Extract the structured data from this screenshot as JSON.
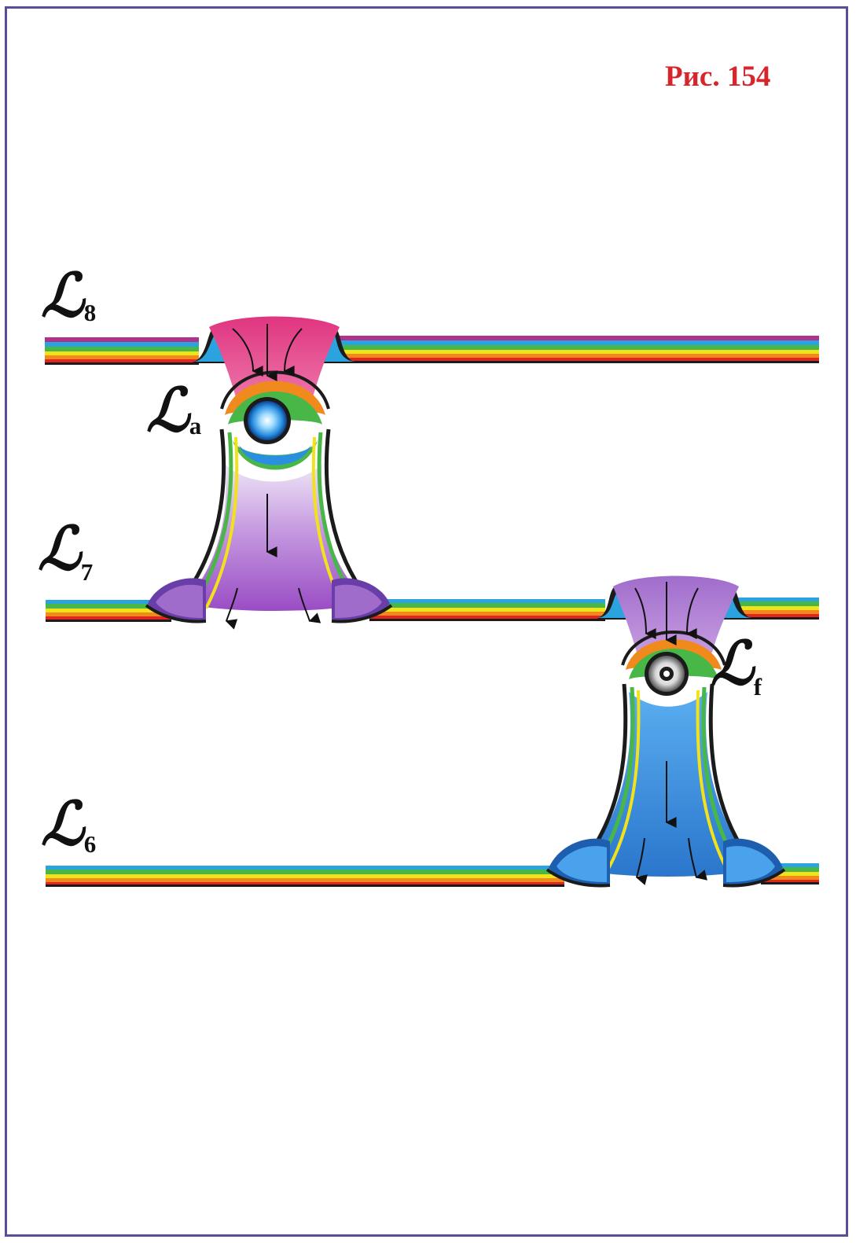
{
  "figure": {
    "title": "Рис. 154"
  },
  "levels": [
    {
      "id": "L8",
      "glyph": "ℒ",
      "subscript": "8"
    },
    {
      "id": "L7",
      "glyph": "ℒ",
      "subscript": "7"
    },
    {
      "id": "L6",
      "glyph": "ℒ",
      "subscript": "6"
    }
  ],
  "nodes": [
    {
      "id": "La",
      "glyph": "ℒ",
      "subscript": "a"
    },
    {
      "id": "Lf",
      "glyph": "ℒ",
      "subscript": "f"
    }
  ],
  "colors": {
    "frame": "#5a4d9c",
    "title": "#d7262b",
    "band_stripes": [
      "#b0338a",
      "#2aa3df",
      "#49b648",
      "#f2e21b",
      "#f08a1c",
      "#e0261f",
      "#1b1b1b"
    ],
    "funnel_upper_top": "#e0357f",
    "funnel_upper_body": "#a85ac8",
    "funnel_lower_top": "#b07ad0",
    "funnel_lower_body": "#3a8ee0"
  }
}
